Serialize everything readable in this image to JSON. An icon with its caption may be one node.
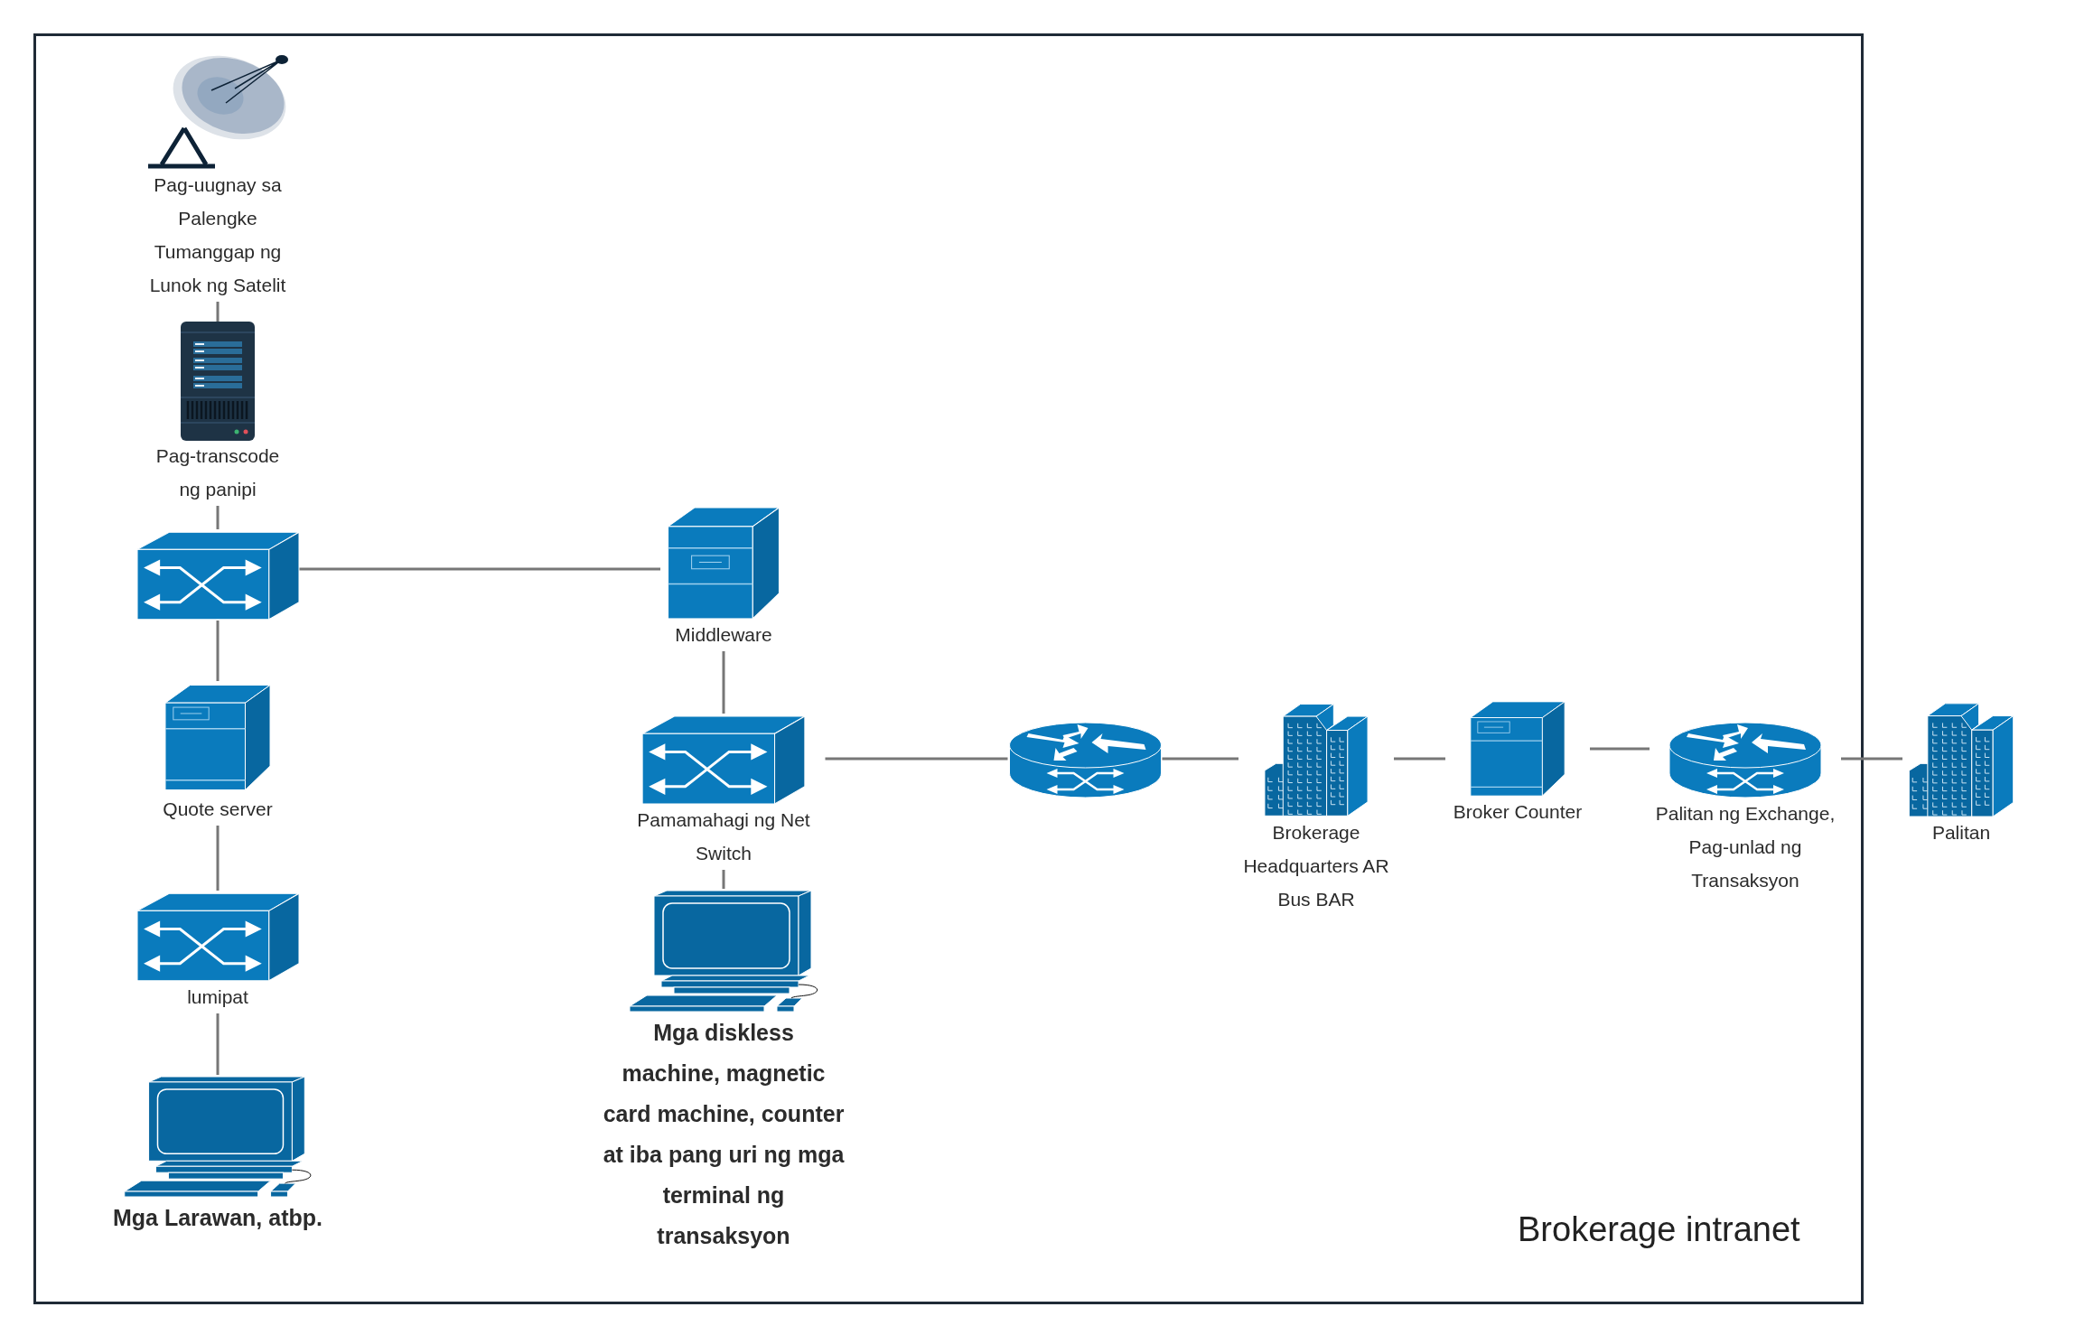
{
  "diagram": {
    "nodes": [
      {
        "text": [
          "Brokerage intranet"
        ]
      },
      {
        "text": [
          "Pag-uugnay sa Palengke Tumanggap ng Lunok ng Satelit"
        ],
        "in": 0
      },
      {
        "text": [
          "Pag-transcode ng panipi"
        ],
        "in": 0
      },
      {
        "text": [],
        "shape": "picture",
        "in": 0
      },
      {
        "text": [
          "Middleware"
        ],
        "in": 0
      },
      {
        "text": [
          "Quote server"
        ],
        "in": 0
      },
      {
        "text": [
          "lumipat"
        ],
        "in": 0
      },
      {
        "text": [
          "Mga Larawan, atbp."
        ],
        "in": 0
      },
      {
        "text": [
          "Pamamahagi ng Net Switch"
        ],
        "in": 0
      },
      {
        "text": [
          "Mga diskless machine, magnetic card machine, counter at iba pang uri ng mga terminal ng transaksyon"
        ],
        "in": 0
      },
      {
        "text": [],
        "shape": "picture",
        "in": 0
      },
      {
        "text": [
          "Brokerage Headquarters AR Bus BAR"
        ],
        "in": 0
      },
      {
        "text": [
          "Broker Counter"
        ],
        "in": 0
      },
      {
        "text": [
          "Palitan ng Exchange, Pag-unlad ng Transaksyon"
        ],
        "in": 0
      },
      {
        "text": [
          "Palitan"
        ]
      }
    ],
    "edges": [
      {
        "from": 1,
        "to": 2,
        "arrow": "none"
      },
      {
        "from": 2,
        "to": 3,
        "arrow": "none"
      },
      {
        "from": 3,
        "to": 4,
        "arrow": "none"
      },
      {
        "from": 3,
        "to": 5,
        "arrow": "none"
      },
      {
        "from": 5,
        "to": 6,
        "arrow": "none"
      },
      {
        "from": 6,
        "to": 7,
        "arrow": "none"
      },
      {
        "from": 4,
        "to": 8,
        "arrow": "none"
      },
      {
        "from": 8,
        "to": 9,
        "arrow": "none"
      },
      {
        "from": 8,
        "to": 10,
        "arrow": "none"
      },
      {
        "from": 10,
        "to": 11,
        "arrow": "none"
      },
      {
        "from": 11,
        "to": 12,
        "arrow": "none"
      },
      {
        "from": 12,
        "to": 13,
        "arrow": "none"
      },
      {
        "from": 13,
        "to": 14,
        "arrow": "none"
      }
    ]
  }
}
